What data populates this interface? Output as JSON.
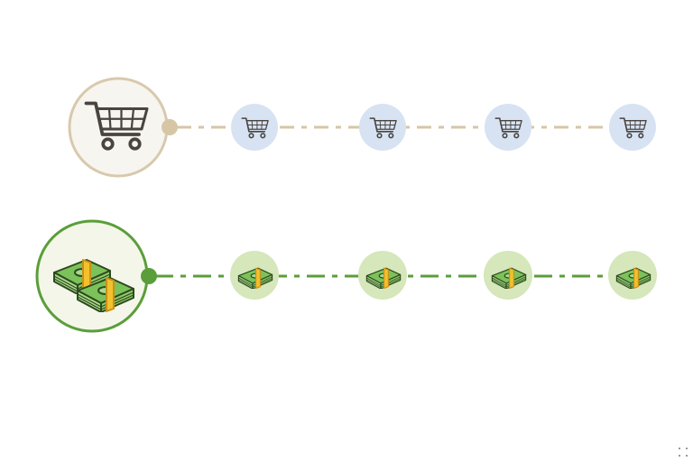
{
  "rows": [
    {
      "name": "cart-row",
      "hub_icon": "shopping-cart-icon",
      "node_icon": "shopping-cart-icon",
      "node_count": 4,
      "colors": {
        "hub_ring": "#d8c9ad",
        "hub_fill": "#f7f5ef",
        "connector": "#d6c6a6",
        "node_fill": "#d7e3f2",
        "icon": "#4a4440"
      }
    },
    {
      "name": "money-row",
      "hub_icon": "money-stack-icon",
      "node_icon": "money-stack-icon",
      "node_count": 4,
      "colors": {
        "hub_ring": "#5a9e3a",
        "hub_fill": "#f4f6ea",
        "connector": "#5a9e3a",
        "node_fill": "#d5e7bb",
        "icon": "#7cc25a"
      }
    }
  ]
}
